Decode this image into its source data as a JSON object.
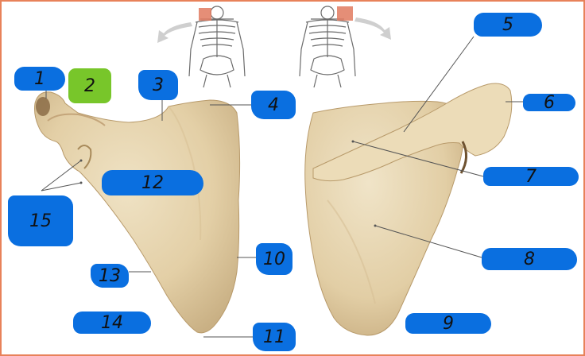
{
  "labels": {
    "l1": "1",
    "l2": "2",
    "l3": "3",
    "l4": "4",
    "l5": "5",
    "l6": "6",
    "l7": "7",
    "l8": "8",
    "l9": "9",
    "l10": "10",
    "l11": "11",
    "l12": "12",
    "l13": "13",
    "l14": "14",
    "l15": "15"
  },
  "colors": {
    "label_box": "#0a6fe0",
    "highlight_box": "#78c62a",
    "bone": "#e6d3ad",
    "border": "#e8825a"
  },
  "icons": [
    "skeleton-anterior-icon",
    "skeleton-posterior-icon",
    "rotation-arrow-icon"
  ]
}
